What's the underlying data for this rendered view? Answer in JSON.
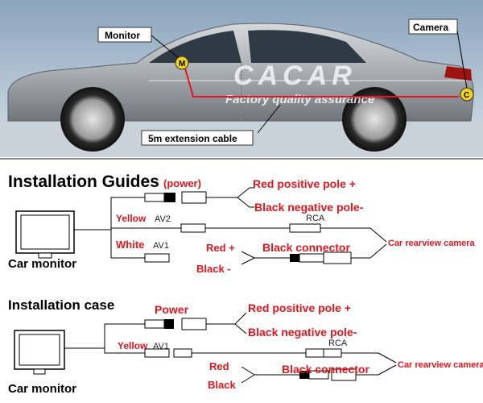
{
  "photo": {
    "labels": {
      "monitor": "Monitor",
      "camera": "Camera",
      "cable": "5m extension cable",
      "m_marker": "M",
      "c_marker": "C"
    },
    "watermark": {
      "brand": "CACAR",
      "tagline": "Factory quality assurance"
    }
  },
  "guides": {
    "title": "Installation Guides",
    "power": "(power)",
    "red_pos": "Red positive pole +",
    "black_neg": "Black negative pole-",
    "yellow": "Yellow",
    "av2": "AV2",
    "rca": "RCA",
    "white": "White",
    "av1": "AV1",
    "red_plus": "Red +",
    "black_minus": "Black -",
    "black_connector": "Black connector",
    "car_rearview_camera": "Car rearview camera",
    "car_monitor": "Car monitor"
  },
  "case": {
    "title": "Installation case",
    "power": "Power",
    "red_pos": "Red positive pole +",
    "black_neg": "Black negative pole-",
    "yellow": "Yellow",
    "av1": "AV1",
    "rca": "RCA",
    "red": "Red",
    "black": "Black",
    "black_connector": "Black connector",
    "car_rearview_camera": "Car rearview camera",
    "car_monitor": "Car monitor"
  },
  "colors": {
    "label_red": "#e8141c",
    "car_body": "#b9bdc2",
    "sky": "#9fb4c8",
    "marker_yellow": "#f2d21a",
    "cable_red": "#e8141c"
  }
}
